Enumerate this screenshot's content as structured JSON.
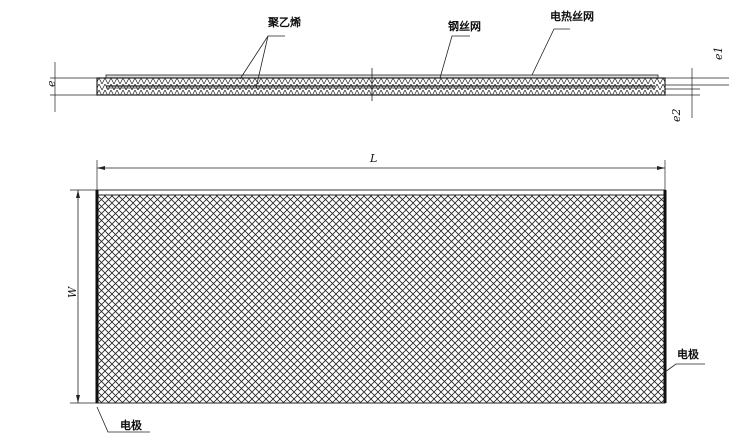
{
  "section_view": {
    "labels": {
      "polyethylene": "聚乙烯",
      "steel_mesh": "钢丝网",
      "heating_wire_mesh": "电热丝网"
    },
    "dimensions": {
      "e": "e",
      "e1": "e1",
      "e2": "e2"
    }
  },
  "plan_view": {
    "dimensions": {
      "length": "L",
      "width": "W"
    },
    "labels": {
      "electrode_right": "电极",
      "electrode_left": "电极"
    }
  },
  "colors": {
    "line": "#111111",
    "background": "#ffffff"
  }
}
